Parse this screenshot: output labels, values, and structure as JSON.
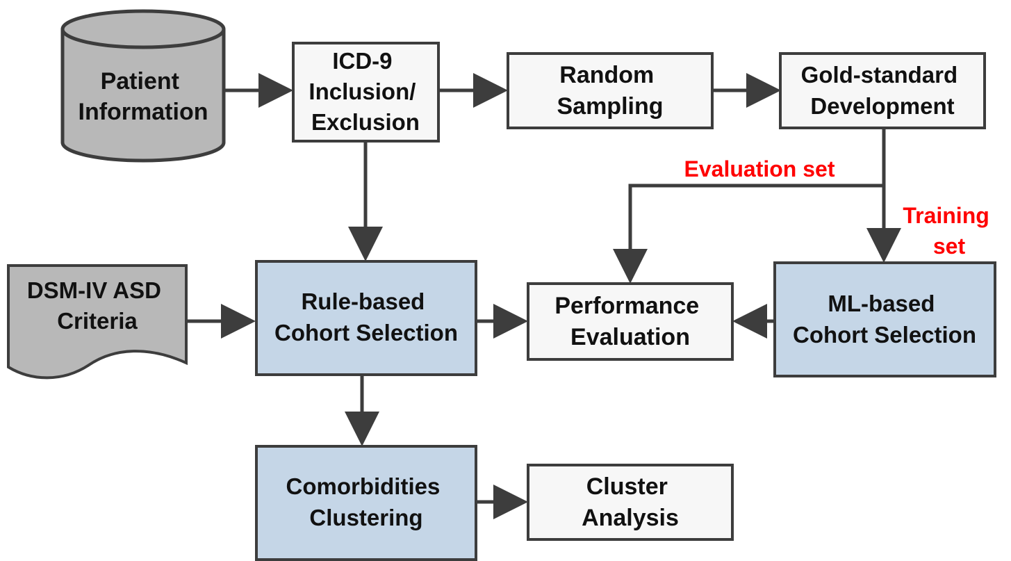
{
  "colors": {
    "stroke": "#3d3d3d",
    "white_box": "#f7f7f7",
    "blue_box": "#c5d6e7",
    "gray_shape": "#b8b8b8",
    "label_red": "#ff0000",
    "arrow": "#3d3d3d"
  },
  "nodes": {
    "patient_information": {
      "lines": [
        "Patient",
        "Information"
      ],
      "shape": "database-cylinder"
    },
    "icd9": {
      "lines": [
        "ICD-9",
        "Inclusion/",
        "Exclusion"
      ]
    },
    "random_sampling": {
      "lines": [
        "Random",
        "Sampling"
      ]
    },
    "gold_standard": {
      "lines": [
        "Gold-standard",
        "Development"
      ]
    },
    "dsm_criteria": {
      "lines": [
        "DSM-IV ASD",
        "Criteria"
      ],
      "shape": "document"
    },
    "rule_based": {
      "lines": [
        "Rule-based",
        "Cohort Selection"
      ]
    },
    "performance": {
      "lines": [
        "Performance",
        "Evaluation"
      ]
    },
    "ml_based": {
      "lines": [
        "ML-based",
        "Cohort Selection"
      ]
    },
    "comorbidities": {
      "lines": [
        "Comorbidities",
        "Clustering"
      ]
    },
    "cluster_analysis": {
      "lines": [
        "Cluster",
        "Analysis"
      ]
    }
  },
  "edge_labels": {
    "evaluation_set": "Evaluation set",
    "training_set": [
      "Training",
      "set"
    ]
  }
}
